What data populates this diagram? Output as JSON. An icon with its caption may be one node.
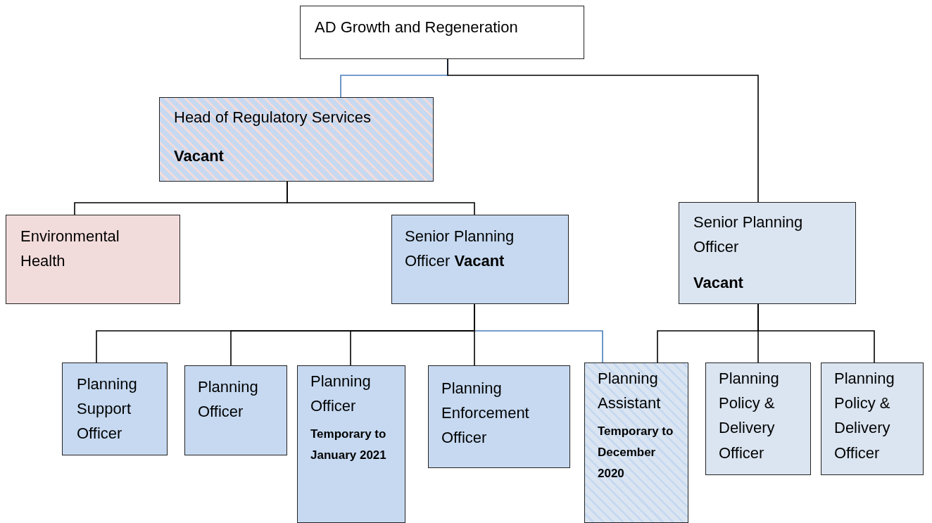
{
  "diagram": {
    "nodes": [
      {
        "text": [
          "AD Growth and Regeneration"
        ]
      },
      {
        "text": [
          "Head of Regulatory Services",
          "Vacant"
        ]
      },
      {
        "text": [
          "Environmental Health"
        ]
      },
      {
        "text": [
          "Senior Planning Officer **Vacant**"
        ]
      },
      {
        "text": [
          "Senior Planning Officer",
          "Vacant"
        ]
      },
      {
        "text": [
          "Planning Support Officer"
        ]
      },
      {
        "text": [
          "Planning Officer"
        ]
      },
      {
        "text": [
          "Planning Officer",
          "Temporary to January 2021"
        ]
      },
      {
        "text": [
          "Planning Enforcement Officer"
        ]
      },
      {
        "text": [
          "Planning Assistant",
          "Temporary to December 2020"
        ]
      },
      {
        "text": [
          "Planning Policy & Delivery Officer"
        ]
      },
      {
        "text": [
          "Planning Policy & Delivery Officer"
        ]
      }
    ],
    "edges": [
      {
        "from": 0,
        "to": 1,
        "arrow": "none",
        "color": "#4a7ebb"
      },
      {
        "from": 0,
        "to": 4,
        "arrow": "none"
      },
      {
        "from": 1,
        "to": 2,
        "arrow": "none"
      },
      {
        "from": 1,
        "to": 3,
        "arrow": "none"
      },
      {
        "from": 3,
        "to": 5,
        "arrow": "none"
      },
      {
        "from": 3,
        "to": 6,
        "arrow": "none"
      },
      {
        "from": 3,
        "to": 7,
        "arrow": "none"
      },
      {
        "from": 3,
        "to": 8,
        "arrow": "none"
      },
      {
        "from": 3,
        "to": 9,
        "arrow": "none",
        "color": "#4a7ebb"
      },
      {
        "from": 4,
        "to": 9,
        "arrow": "none"
      },
      {
        "from": 4,
        "to": 10,
        "arrow": "none"
      },
      {
        "from": 4,
        "to": 11,
        "arrow": "none"
      }
    ]
  }
}
